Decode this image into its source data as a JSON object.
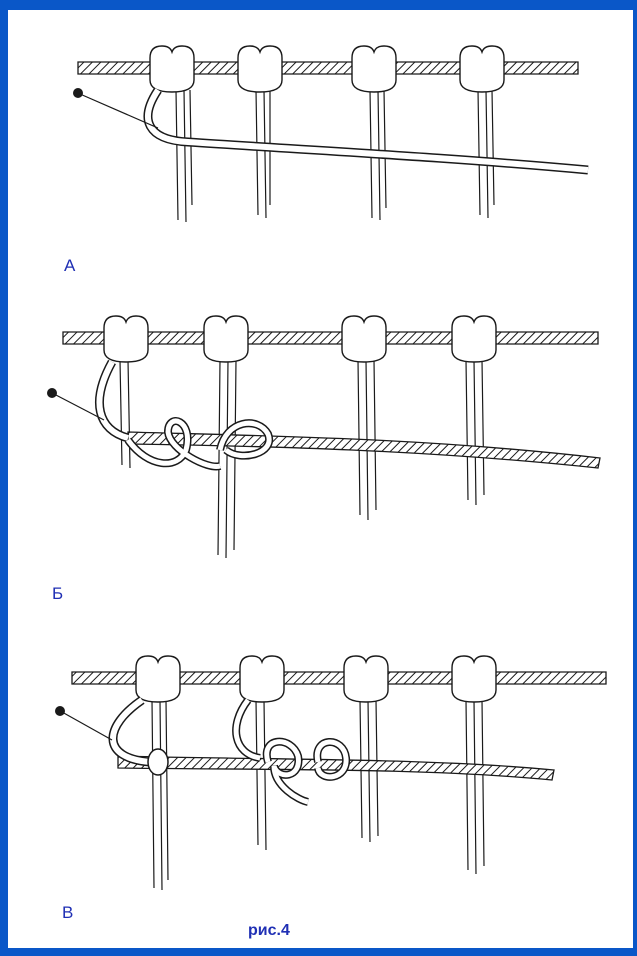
{
  "panels": [
    {
      "label": "А"
    },
    {
      "label": "Б"
    },
    {
      "label": "В"
    }
  ],
  "caption": "рис.4",
  "colors": {
    "frame": "#0a57c8",
    "background": "#ffffff",
    "label": "#1f2fb4",
    "ink": "#1a1a1a"
  }
}
